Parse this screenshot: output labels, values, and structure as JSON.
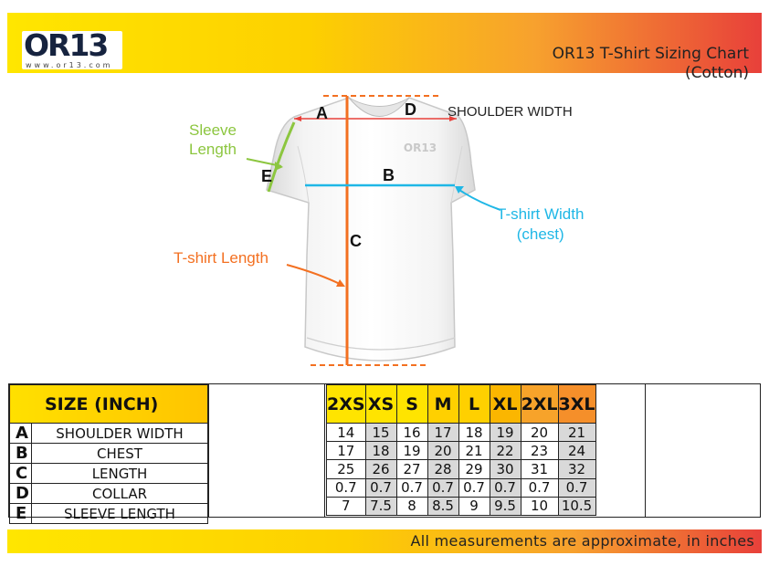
{
  "header": {
    "logo_text": "OR13",
    "logo_url": "www.or13.com",
    "title_line1": "OR13 T-Shirt Sizing Chart",
    "title_line2": "(Cotton)"
  },
  "illustration": {
    "shirt_logo": "OR13",
    "label_a": "A",
    "label_b": "B",
    "label_c": "C",
    "label_d": "D",
    "label_e": "E",
    "shoulder_width": "SHOULDER WIDTH",
    "sleeve_length_line1": "Sleeve",
    "sleeve_length_line2": "Length",
    "tshirt_width_line1": "T-shirt Width",
    "tshirt_width_line2": "(chest)",
    "tshirt_length": "T-shirt Length",
    "colors": {
      "sleeve": "#8cc63f",
      "chest": "#1fb7e6",
      "length": "#f37021",
      "shoulder": "#e8403a"
    }
  },
  "table": {
    "heading": "SIZE  (INCH)",
    "sizes": [
      "2XS",
      "XS",
      "S",
      "M",
      "L",
      "XL",
      "2XL",
      "3XL"
    ],
    "rows": [
      {
        "letter": "A",
        "name": "SHOULDER WIDTH",
        "values": [
          "14",
          "15",
          "16",
          "17",
          "18",
          "19",
          "20",
          "21"
        ]
      },
      {
        "letter": "B",
        "name": "CHEST",
        "values": [
          "17",
          "18",
          "19",
          "20",
          "21",
          "22",
          "23",
          "24"
        ]
      },
      {
        "letter": "C",
        "name": "LENGTH",
        "values": [
          "25",
          "26",
          "27",
          "28",
          "29",
          "30",
          "31",
          "32"
        ]
      },
      {
        "letter": "D",
        "name": "COLLAR",
        "values": [
          "0.7",
          "0.7",
          "0.7",
          "0.7",
          "0.7",
          "0.7",
          "0.7",
          "0.7"
        ]
      },
      {
        "letter": "E",
        "name": "SLEEVE LENGTH",
        "values": [
          "7",
          "7.5",
          "8",
          "8.5",
          "9",
          "9.5",
          "10",
          "10.5"
        ]
      }
    ]
  },
  "footer": {
    "note": "All  measurements  are  approximate, in inches"
  }
}
